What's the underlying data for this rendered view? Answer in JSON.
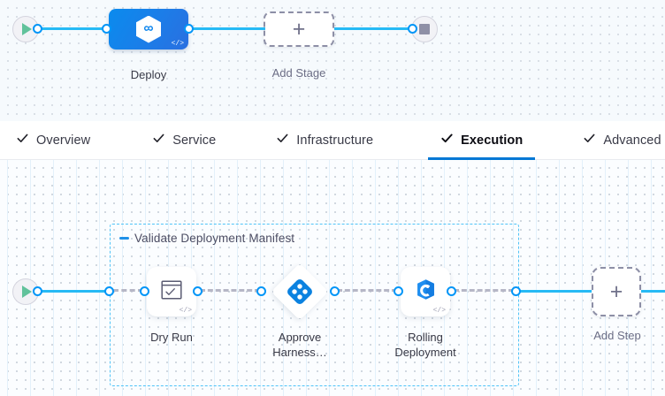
{
  "stage_canvas": {
    "start_node": {
      "name": "pipeline-start",
      "icon": "play-icon"
    },
    "end_node": {
      "name": "pipeline-end",
      "icon": "stop-icon"
    },
    "stages": [
      {
        "label": "Deploy",
        "icon": "harness-cd-hexagon-icon",
        "code_badge": "</>",
        "selected": true
      }
    ],
    "add_stage": {
      "label": "Add Stage",
      "icon": "plus-icon"
    }
  },
  "tabs": [
    {
      "label": "Overview",
      "icon": "check-icon",
      "active": false
    },
    {
      "label": "Service",
      "icon": "check-icon",
      "active": false
    },
    {
      "label": "Infrastructure",
      "icon": "check-icon",
      "active": false
    },
    {
      "label": "Execution",
      "icon": "check-icon",
      "active": true
    },
    {
      "label": "Advanced",
      "icon": "check-icon",
      "active": false
    }
  ],
  "execution_canvas": {
    "start_node": {
      "name": "execution-start",
      "icon": "play-icon"
    },
    "step_group": {
      "title": "Validate Deployment Manifest",
      "collapse_icon": "minus-icon",
      "steps": [
        {
          "label": "Dry Run",
          "icon": "shell-script-check-icon",
          "shape": "square",
          "code_badge": "</>"
        },
        {
          "label": "Approve\nHarness…",
          "icon": "harness-approval-icon",
          "shape": "diamond",
          "code_badge": ""
        },
        {
          "label": "Rolling\nDeployment",
          "icon": "kubernetes-rolling-icon",
          "shape": "square",
          "code_badge": "</>"
        }
      ]
    },
    "add_step": {
      "label": "Add Step",
      "icon": "plus-icon"
    }
  },
  "colors": {
    "accent_blue": "#0278d5",
    "link_blue": "#26baf5",
    "port_blue": "#0095f7",
    "group_border": "#4fc3f7",
    "stage_gradient_start": "#0a8bee",
    "stage_gradient_end": "#2a6fe0",
    "play_green": "#61c29b",
    "stop_gray": "#8f90a6",
    "dash_gray": "#b6b7c6",
    "canvas_top_bg": "#f6fafd",
    "canvas_bottom_bg": "#fbfdff"
  }
}
